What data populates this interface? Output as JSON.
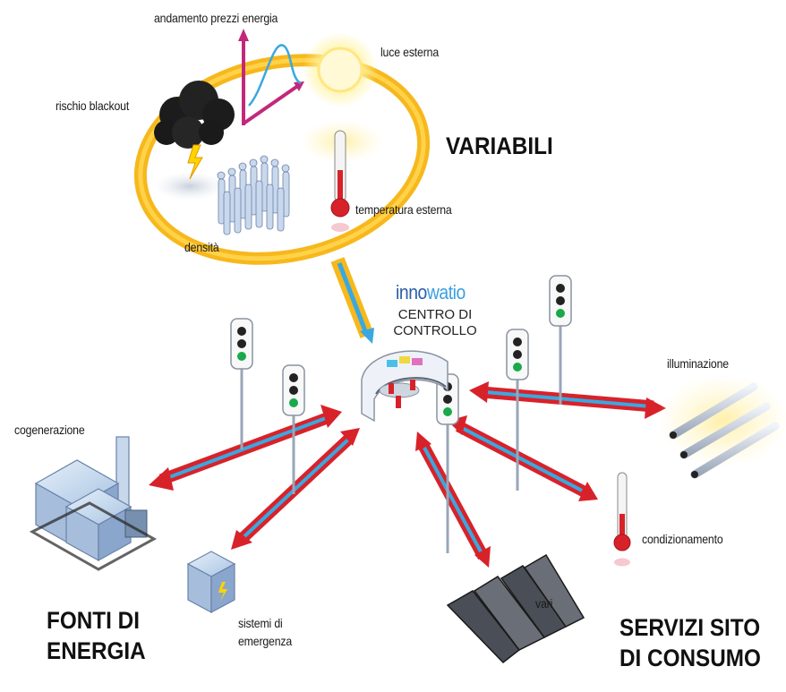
{
  "labels": {
    "energy_prices": "andamento prezzi energia",
    "outside_light": "luce esterna",
    "blackout_risk": "rischio blackout",
    "variables": "VARIABILI",
    "outside_temperature": "temperatura esterna",
    "density": "densità",
    "logo_part1": "inno",
    "logo_part2": "watio",
    "control_center_line1": "CENTRO DI",
    "control_center_line2": "CONTROLLO",
    "lighting": "illuminazione",
    "cogeneration": "cogenerazione",
    "air_conditioning": "condizionamento",
    "emergency_line1": "sistemi di",
    "emergency_line2": "emergenza",
    "misc": "vari",
    "energy_sources_line1": "FONTI DI",
    "energy_sources_line2": "ENERGIA",
    "site_services_line1": "SERVIZI SITO",
    "site_services_line2": "DI CONSUMO"
  },
  "colors": {
    "ring": "#f6b81c",
    "arrow_outer": "#d8222a",
    "arrow_inner": "#3aa8e0",
    "building": "#bcd4ec"
  }
}
